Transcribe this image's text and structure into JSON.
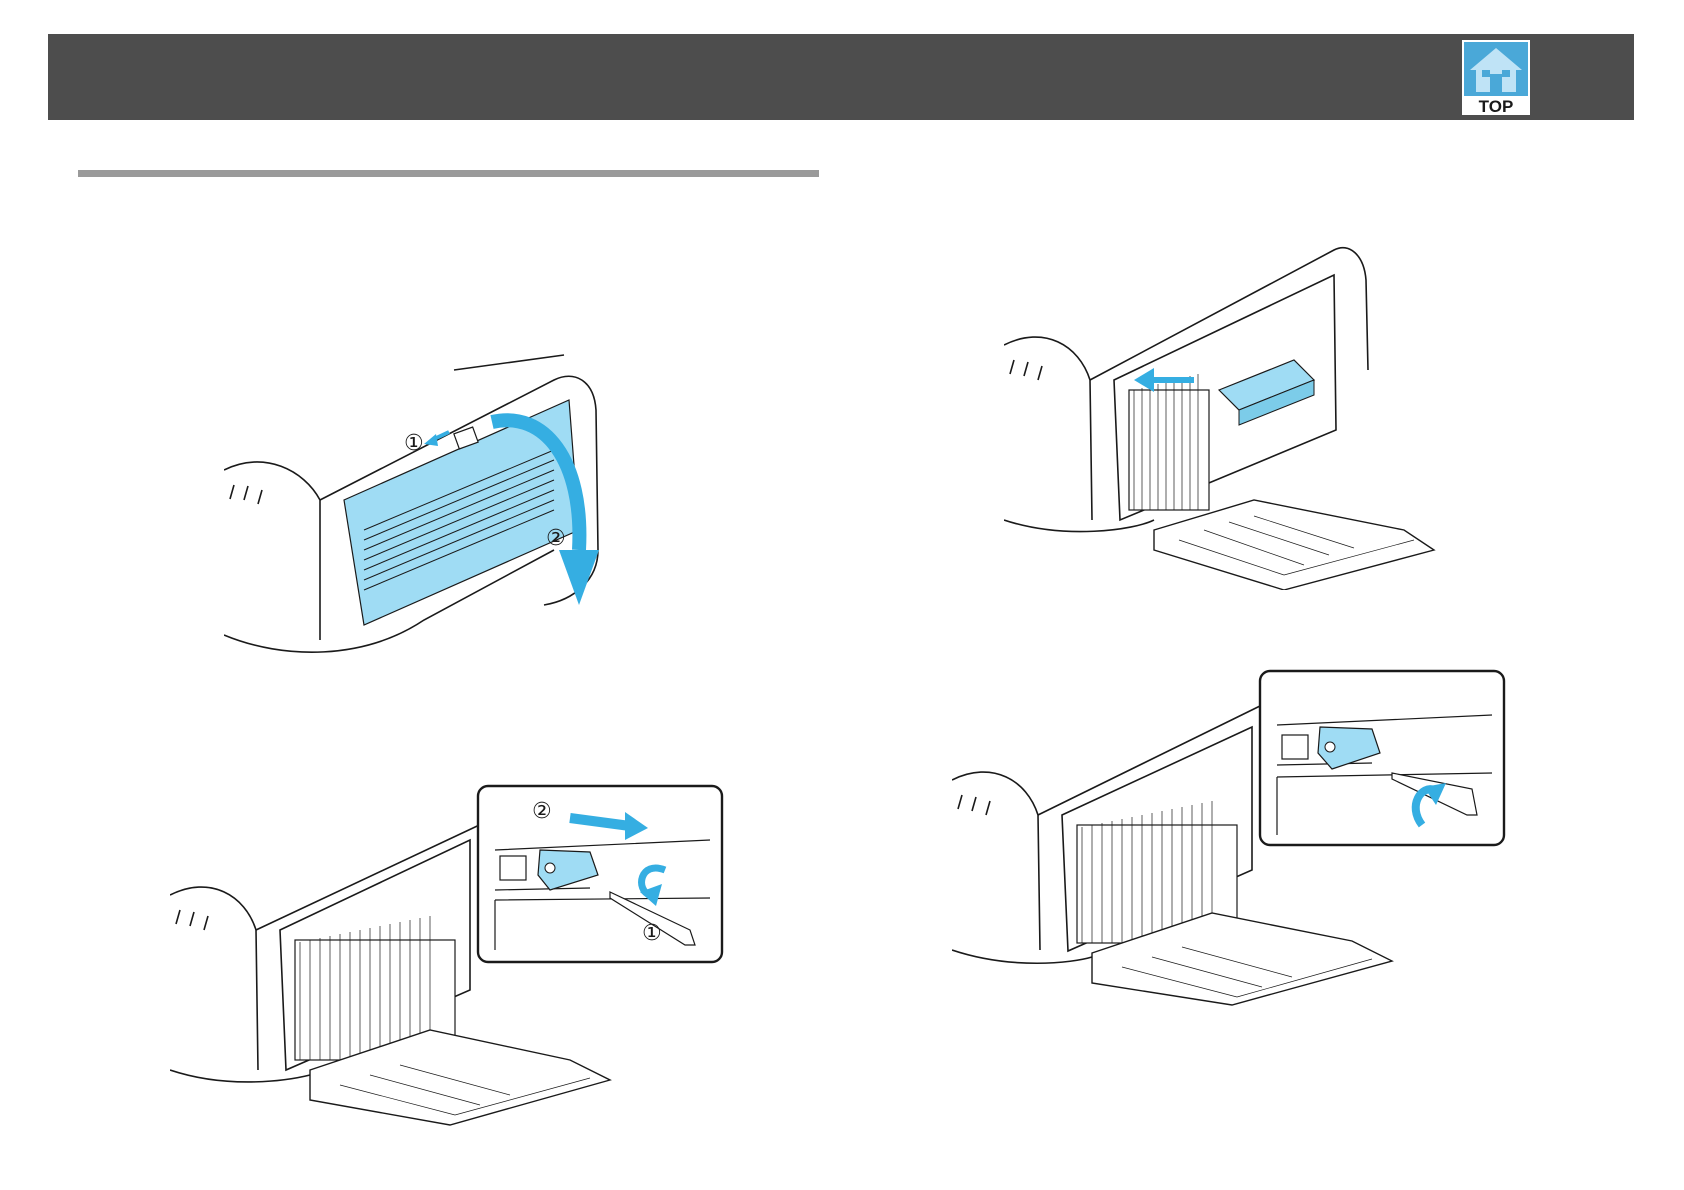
{
  "header": {
    "top_button": {
      "label": "TOP",
      "icon": "home-house-icon",
      "colors": {
        "face": "#4aa8d8",
        "light": "#bfe3f6",
        "label_bg": "#ffffff",
        "label_text": "#1a1a1a"
      }
    }
  },
  "section": {
    "rule_color": "#9a9a9a"
  },
  "figures": [
    {
      "id": "open-filter-cover",
      "callouts": [
        "①",
        "②"
      ]
    },
    {
      "id": "insert-air-filter",
      "callouts": []
    },
    {
      "id": "remove-filter-detail",
      "callouts": [
        "②",
        "①"
      ]
    },
    {
      "id": "lock-filter-detail",
      "callouts": []
    }
  ],
  "colors": {
    "header_bar": "#4d4d4d",
    "accent_blue": "#35aee2",
    "part_blue": "#9fdcf4",
    "line": "#1a1a1a"
  }
}
